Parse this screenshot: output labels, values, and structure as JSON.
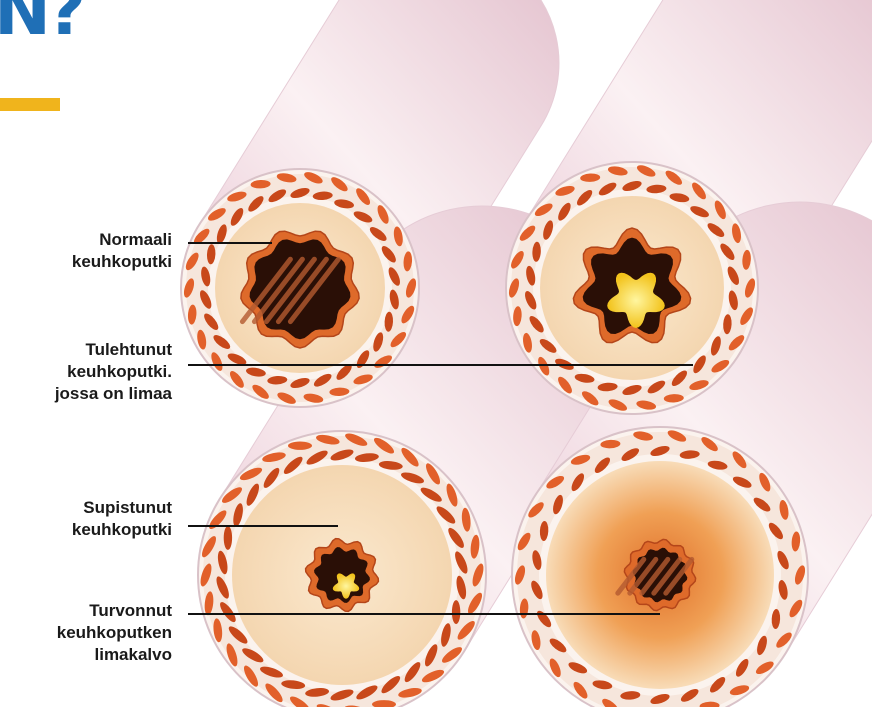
{
  "corner": {
    "glyph": "N?",
    "glyph_color": "#1f6fb6",
    "bar_color": "#f0b41c"
  },
  "colors": {
    "muscle": "#e2602a",
    "muscle_dark": "#c8481a",
    "lumen_wall": "#de6a2a",
    "mucus": "#f6dc3a",
    "mucosa": "#f8e3c2",
    "swollen_core": "#e6813a",
    "tube_side": "#f1dbe3",
    "line": "#111111"
  },
  "labels": [
    {
      "id": "normal",
      "text": "Normaali\nkeuhkoputki"
    },
    {
      "id": "inflamed",
      "text": "Tulehtunut\nkeuhkoputki.\njossa on limaa"
    },
    {
      "id": "constricted",
      "text": "Supistunut\nkeuhkoputki"
    },
    {
      "id": "swollen",
      "text": "Turvonnut\nkeuhkoputken\nlimakalvo"
    }
  ]
}
